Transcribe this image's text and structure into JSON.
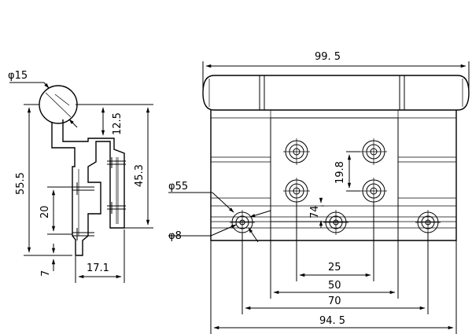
{
  "drawing": {
    "side_view": {
      "dia_top": "φ15",
      "dim_12_5": "12.5",
      "dim_45_3": "45.3",
      "dim_55_5": "55.5",
      "dim_20": "20",
      "dim_7": "7",
      "dim_17_1": "17.1"
    },
    "front_view": {
      "dim_99_5": "99. 5",
      "dim_19_8": "19.8",
      "dim_74": "74",
      "dia_55": "φ55",
      "dia_8": "φ8",
      "dim_25": "25",
      "dim_50": "50",
      "dim_70": "70",
      "dim_94_5": "94. 5"
    }
  }
}
